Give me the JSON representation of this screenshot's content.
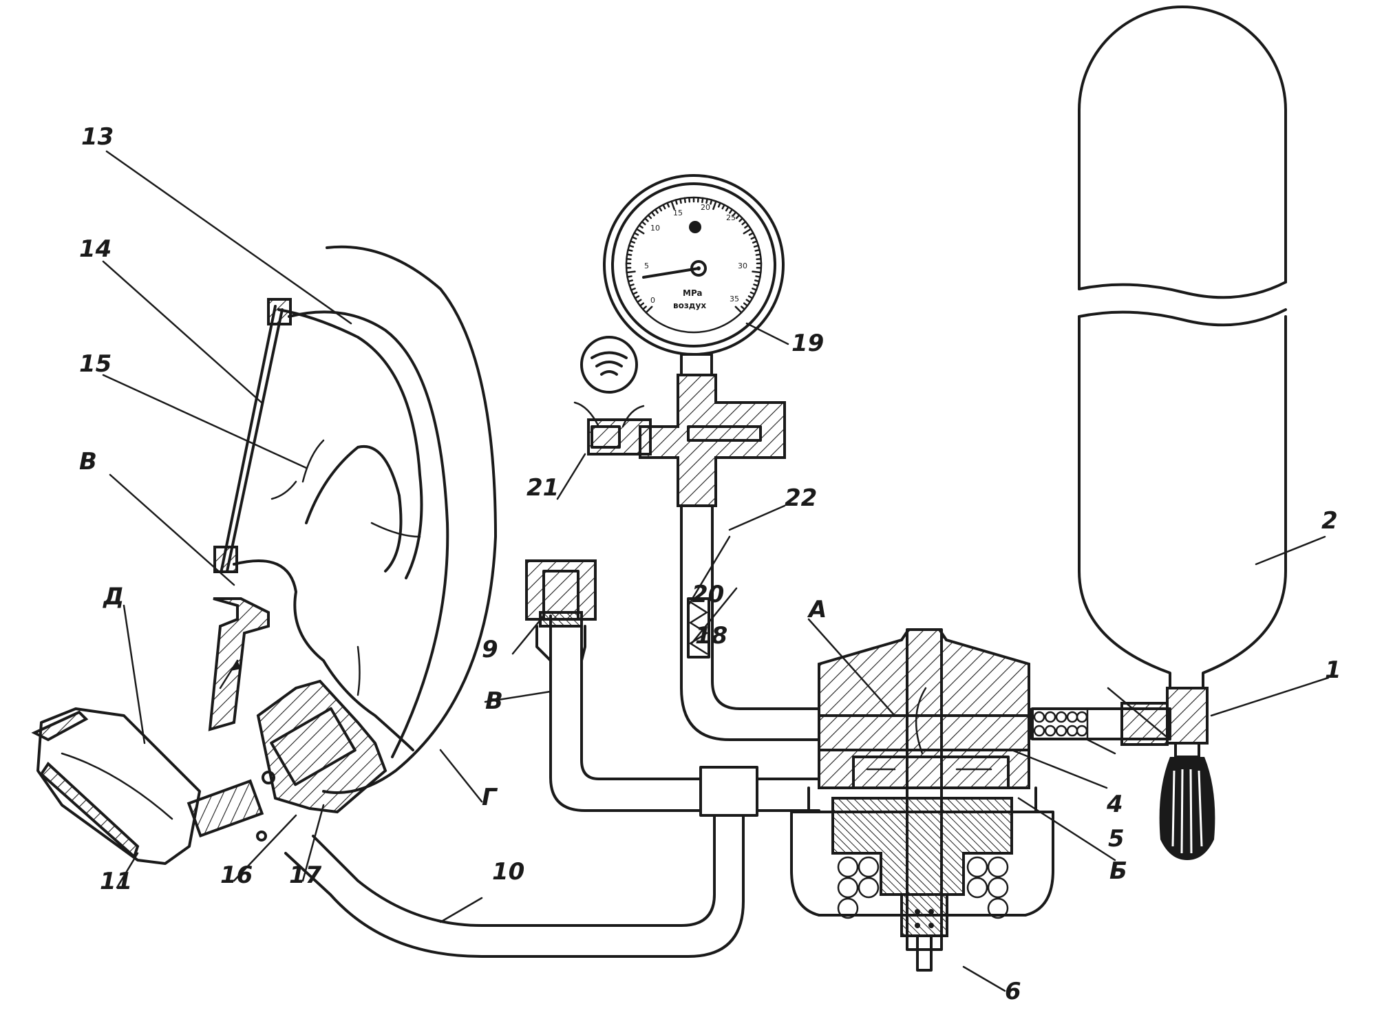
{
  "colors": {
    "ink": "#1a1a1a",
    "background": "#ffffff"
  },
  "labels": {
    "l1": "1",
    "l2": "2",
    "l4": "4",
    "l5": "5",
    "l6": "6",
    "l9": "9",
    "l10": "10",
    "l11": "11",
    "l13": "13",
    "l14": "14",
    "l15": "15",
    "l16": "16",
    "l17": "17",
    "l18": "18",
    "l19": "19",
    "l20": "20",
    "l21": "21",
    "l22": "22",
    "lA": "А",
    "lB": "Б",
    "lV_mask": "В",
    "lV_hose": "В",
    "lG": "Г",
    "lD": "Д"
  },
  "gauge": {
    "unit": "MPa",
    "medium": "воздух",
    "scale_marks": [
      "0",
      "5",
      "10",
      "15",
      "20",
      "25",
      "30",
      "35"
    ],
    "needle_value": "2"
  },
  "icons": [
    "whistle-signal-icon"
  ]
}
